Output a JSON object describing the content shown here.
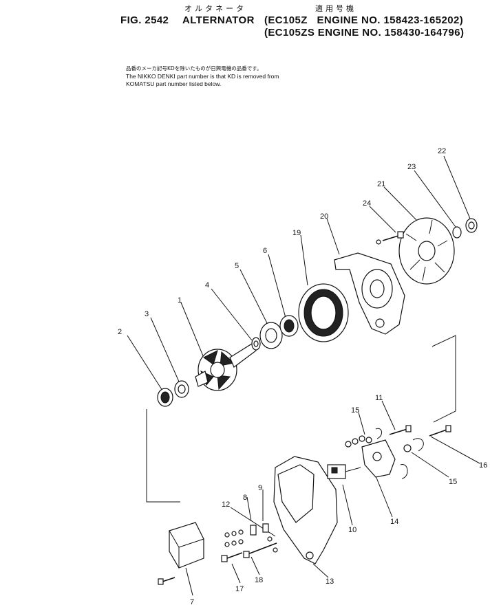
{
  "header": {
    "jp_title": "オルタネータ",
    "jp_applicable": "適用号機",
    "fig": "FIG. 2542",
    "name": "ALTERNATOR",
    "line1": "(EC105Z   ENGINE NO. 158423-165202)",
    "line2": "(EC105ZS ENGINE NO. 158430-164796)"
  },
  "notes": {
    "jp": "品番のメーカ記号KDを除いたものが日興電機の品番です。",
    "en1": "The NIKKO DENKI part number is that KD is removed from",
    "en2": "KOMATSU part number listed below."
  },
  "callouts": [
    "1",
    "2",
    "3",
    "4",
    "5",
    "6",
    "7",
    "8",
    "9",
    "10",
    "11",
    "12",
    "13",
    "14",
    "15",
    "15",
    "16",
    "17",
    "18",
    "19",
    "20",
    "21",
    "22",
    "23",
    "24"
  ]
}
